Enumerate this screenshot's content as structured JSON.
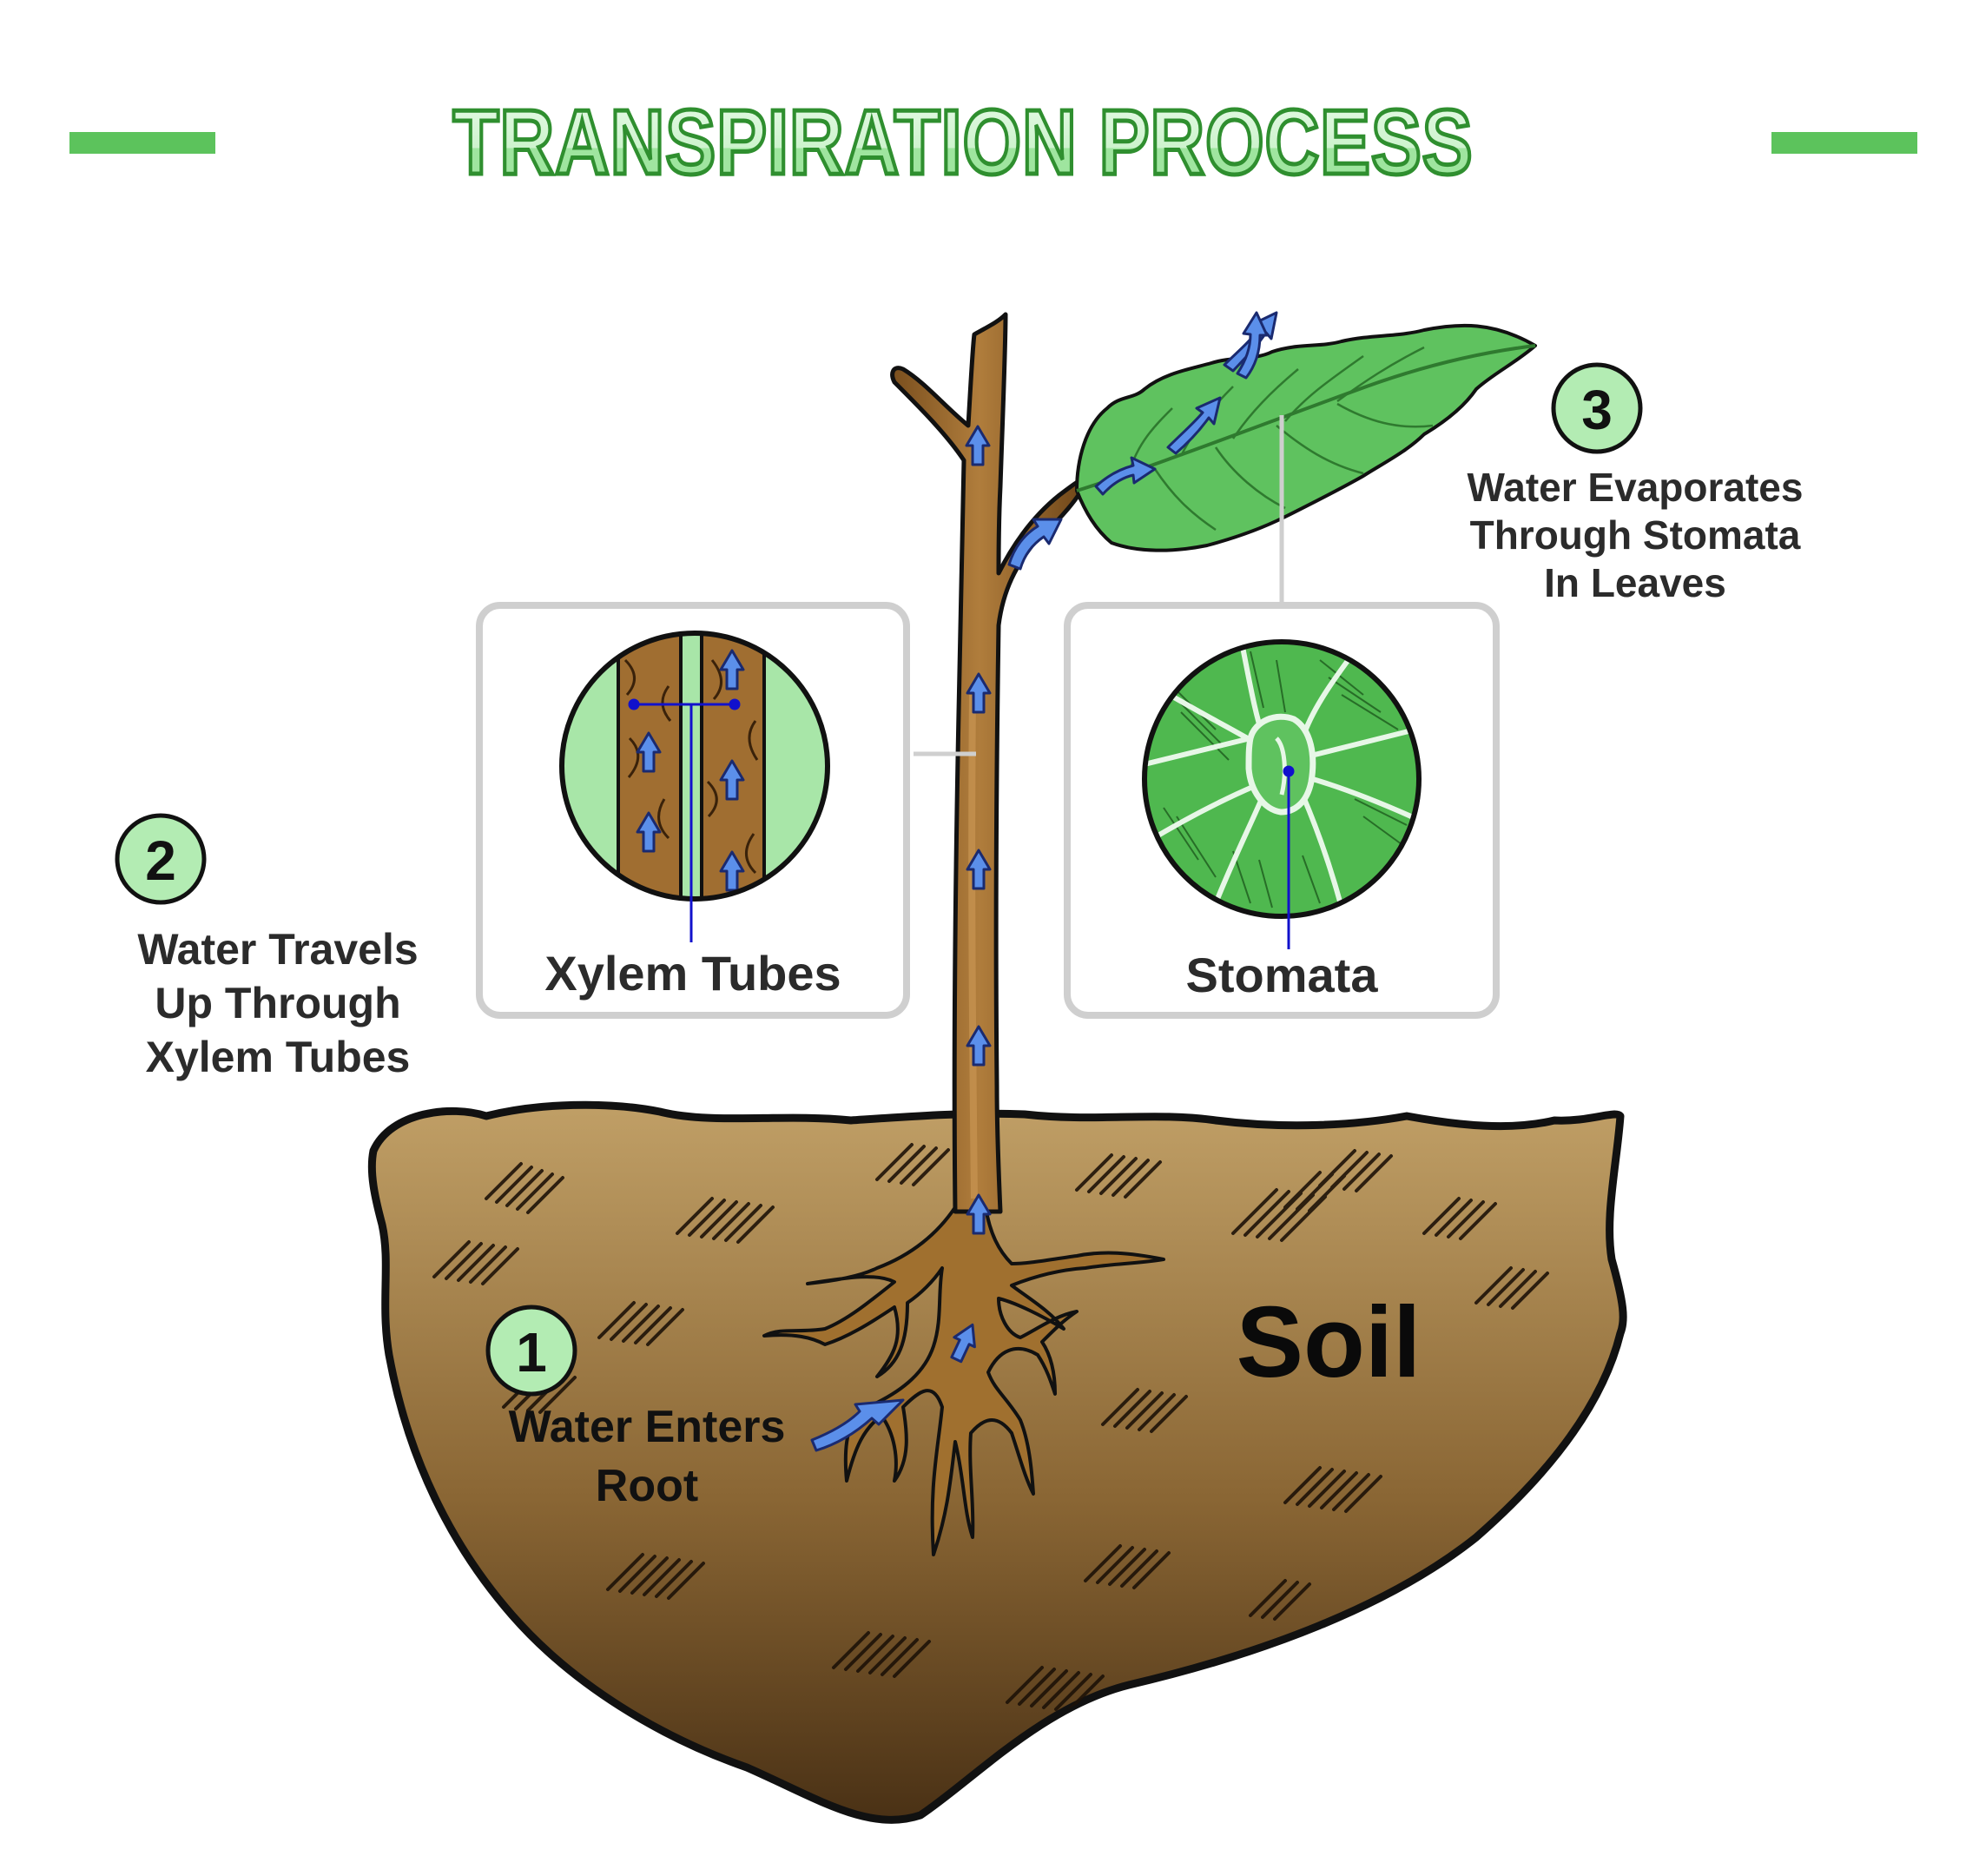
{
  "title": "TRANSPIRATION PROCESS",
  "colors": {
    "title_fill": "#b8efb8",
    "title_outline": "#2f8f2f",
    "accent_bar": "#5cc35c",
    "badge_fill": "#b3ecb3",
    "stem_brown": "#9a6a2e",
    "soil_top": "#bb9a60",
    "soil_bottom": "#4f3517",
    "leaf_green": "#5cc35c",
    "arrow_blue": "#5b8fea",
    "inset_border": "#cfcfcf",
    "pointer_line": "#1111cc"
  },
  "steps": [
    {
      "number": "1",
      "lines": [
        "Water Enters",
        "Root"
      ]
    },
    {
      "number": "2",
      "lines": [
        "Water Travels",
        "Up Through",
        "Xylem Tubes"
      ]
    },
    {
      "number": "3",
      "lines": [
        "Water Evaporates",
        "Through Stomata",
        "In Leaves"
      ]
    }
  ],
  "insets": {
    "xylem": "Xylem Tubes",
    "stomata": "Stomata"
  },
  "soil_label": "Soil",
  "icons": [
    "water-flow-arrow-icon"
  ]
}
